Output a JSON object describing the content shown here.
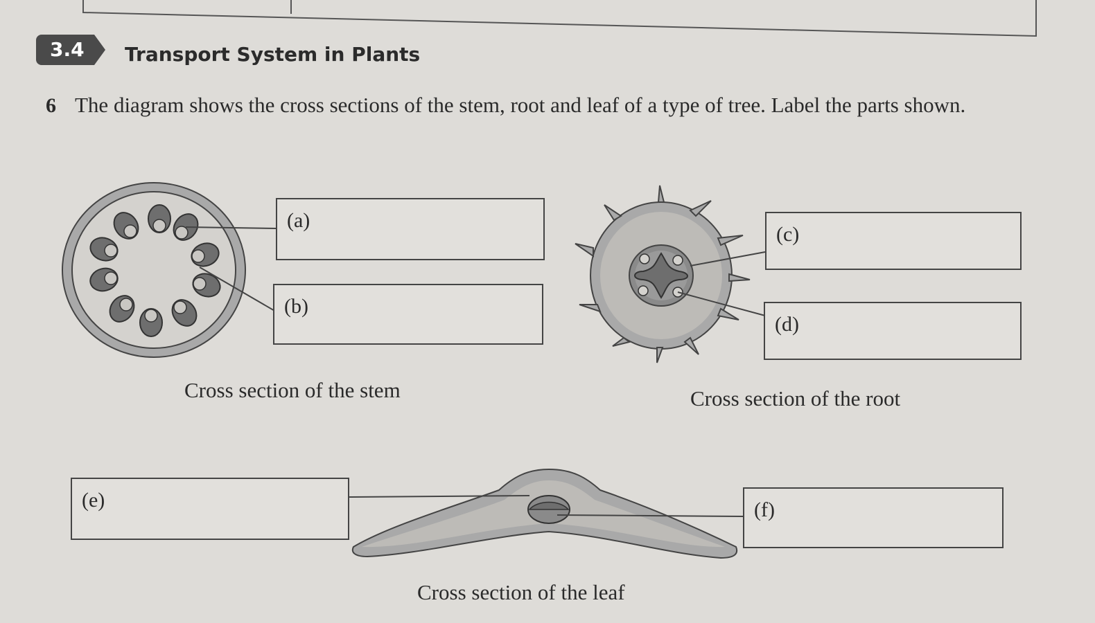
{
  "section": {
    "number": "3.4",
    "title": "Transport System in Plants"
  },
  "question": {
    "number": "6",
    "text": "The diagram shows the cross sections of the stem, root and leaf of a type of tree. Label the parts shown."
  },
  "labels": {
    "a": "(a)",
    "b": "(b)",
    "c": "(c)",
    "d": "(d)",
    "e": "(e)",
    "f": "(f)"
  },
  "captions": {
    "stem": "Cross section of the stem",
    "root": "Cross section of the root",
    "leaf": "Cross section of the leaf"
  },
  "colors": {
    "tissue_dark": "#6e6e6e",
    "tissue_mid": "#a9a9a9",
    "tissue_light": "#d4d2ce",
    "paper": "#dedcd8"
  }
}
